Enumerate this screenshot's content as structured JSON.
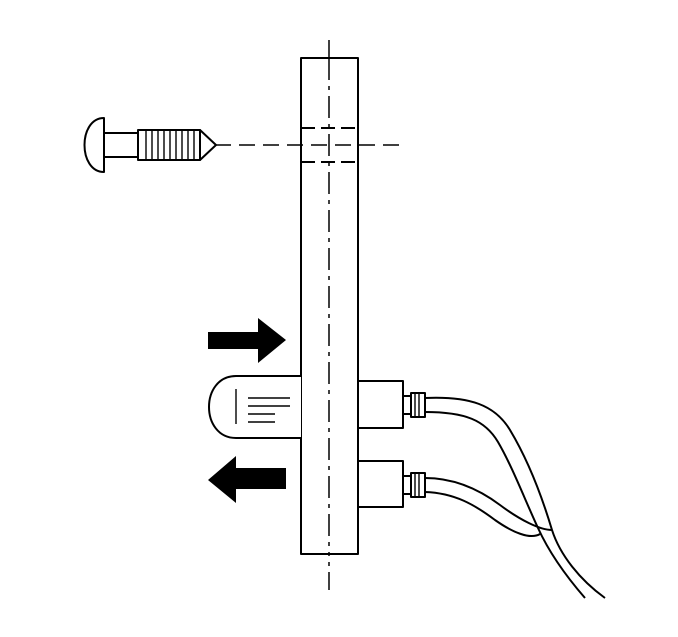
{
  "diagram": {
    "parts": [
      {
        "name": "mounting-bracket"
      },
      {
        "name": "push-pin-fastener"
      },
      {
        "name": "lamp-bulb"
      },
      {
        "name": "upper-socket"
      },
      {
        "name": "lower-socket"
      },
      {
        "name": "wiring-harness"
      }
    ],
    "arrows": [
      {
        "name": "install-direction",
        "direction": "right"
      },
      {
        "name": "remove-direction",
        "direction": "left"
      }
    ],
    "colors": {
      "line": "#000000",
      "background": "#ffffff"
    }
  }
}
